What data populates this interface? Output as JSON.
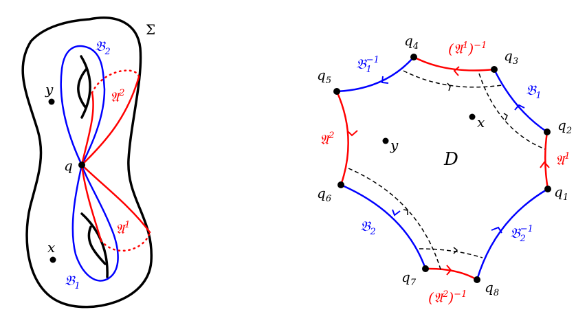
{
  "colors": {
    "blue": "#0000ff",
    "red": "#ff0000",
    "black": "#000000"
  },
  "left": {
    "surface_label": "Σ",
    "point_q": "q",
    "point_x": "x",
    "point_y": "y",
    "B2": {
      "base": "𝔅",
      "sub": "2"
    },
    "B1": {
      "base": "𝔅",
      "sub": "1"
    },
    "A2": {
      "base": "𝔄",
      "sup": "2"
    },
    "A1": {
      "base": "𝔄",
      "sup": "1"
    }
  },
  "right": {
    "domain_label": "D",
    "point_x": "x",
    "point_y": "y",
    "vertices": [
      {
        "base": "q",
        "sub": "1"
      },
      {
        "base": "q",
        "sub": "2"
      },
      {
        "base": "q",
        "sub": "3"
      },
      {
        "base": "q",
        "sub": "4"
      },
      {
        "base": "q",
        "sub": "5"
      },
      {
        "base": "q",
        "sub": "6"
      },
      {
        "base": "q",
        "sub": "7"
      },
      {
        "base": "q",
        "sub": "8"
      }
    ],
    "edges": {
      "A1": {
        "base": "𝔄",
        "sup": "1"
      },
      "B1": {
        "base": "𝔅",
        "sub": "1"
      },
      "A1inv": {
        "open": "(𝔄",
        "sup1": "1",
        "close": ")",
        "sup2": "−1"
      },
      "B1inv": {
        "base": "𝔅",
        "sub": "1",
        "sup": "−1"
      },
      "A2": {
        "base": "𝔄",
        "sup": "2"
      },
      "B2": {
        "base": "𝔅",
        "sub": "2"
      },
      "A2inv": {
        "open": "(𝔄",
        "sup1": "2",
        "close": ")",
        "sup2": "−1"
      },
      "B2inv": {
        "base": "𝔅",
        "sub": "2",
        "sup": "−1"
      }
    }
  }
}
